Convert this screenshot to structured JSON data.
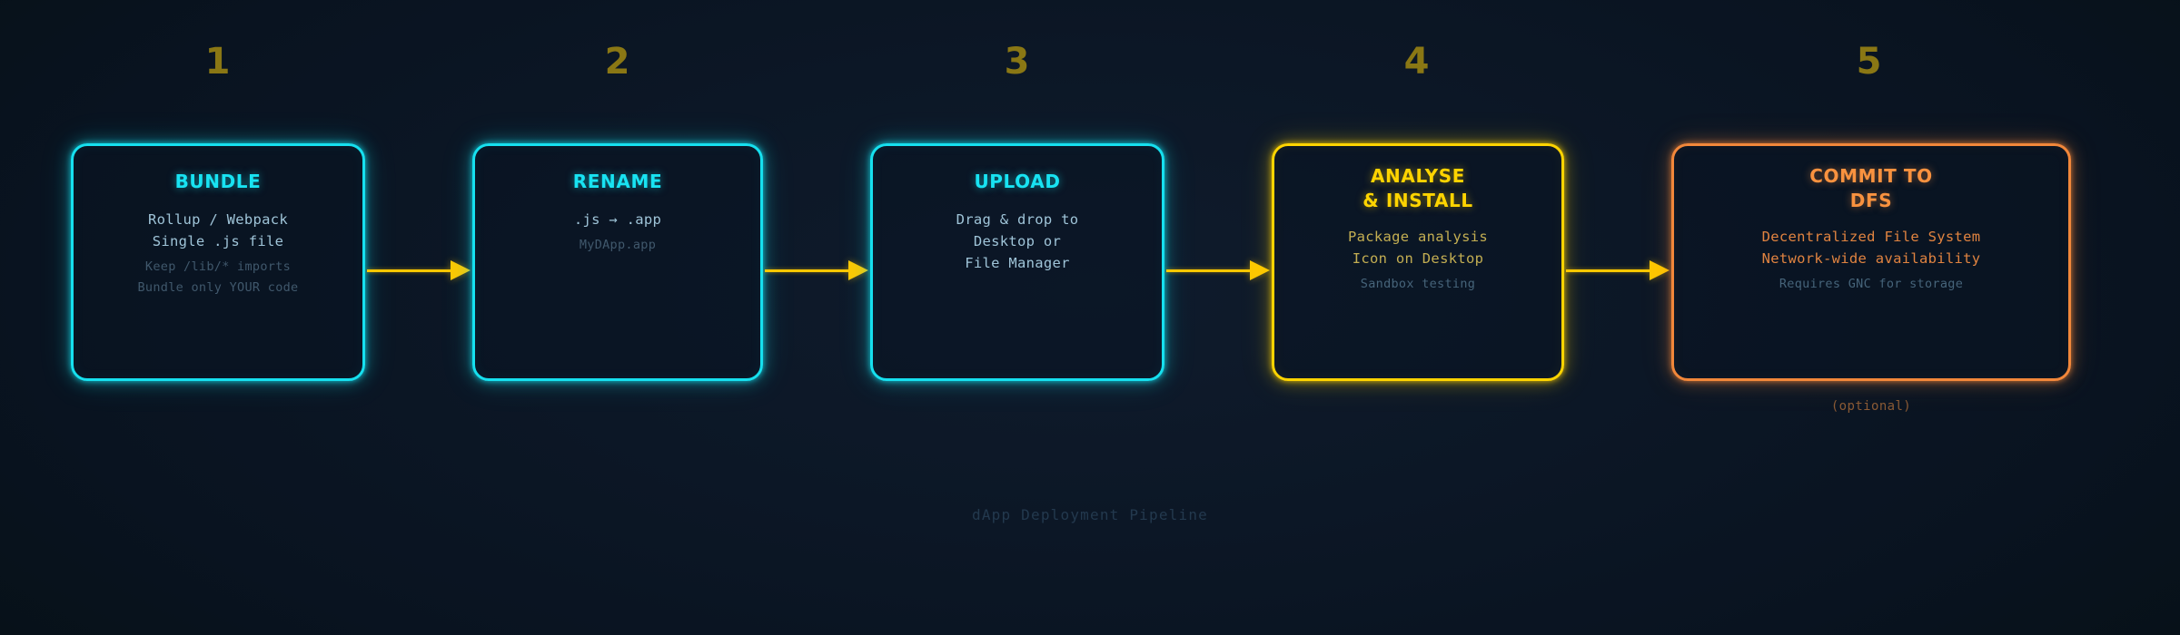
{
  "caption": "dApp Deployment Pipeline",
  "optional_tag": "(optional)",
  "steps": [
    {
      "number": "1",
      "accent": "#16e0ef",
      "title": "BUNDLE",
      "lines": [
        "Rollup / Webpack",
        "Single .js file"
      ],
      "notes": [
        "Keep /lib/* imports",
        "Bundle only YOUR code"
      ]
    },
    {
      "number": "2",
      "accent": "#16e0ef",
      "title": "RENAME",
      "lines": [
        ".js → .app"
      ],
      "notes": [
        "MyDApp.app"
      ]
    },
    {
      "number": "3",
      "accent": "#16e0ef",
      "title": "UPLOAD",
      "lines": [
        "Drag & drop to",
        "Desktop or",
        "File Manager"
      ],
      "notes": []
    },
    {
      "number": "4",
      "accent": "#ffd400",
      "title": "ANALYSE\n& INSTALL",
      "lines": [
        "Package analysis",
        "Icon on Desktop"
      ],
      "notes": [
        "Sandbox testing"
      ]
    },
    {
      "number": "5",
      "accent": "#f2873a",
      "title": "COMMIT TO\nDFS",
      "lines": [
        "Decentralized File System",
        "Network-wide availability"
      ],
      "notes": [
        "Requires GNC for storage"
      ]
    }
  ],
  "arrows": [
    {
      "from": "1",
      "to": "2"
    },
    {
      "from": "2",
      "to": "3"
    },
    {
      "from": "3",
      "to": "4"
    },
    {
      "from": "4",
      "to": "5"
    }
  ],
  "colors": {
    "background": "#0c1726",
    "cyan": "#16e0ef",
    "yellow": "#ffd400",
    "orange": "#f2873a",
    "arrow": "#fdc800",
    "number": "#8a7714",
    "caption": "#23394e"
  }
}
